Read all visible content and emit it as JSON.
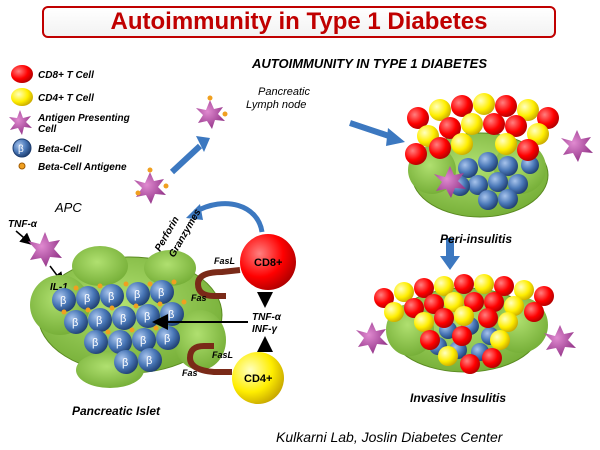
{
  "title": "Autoimmunity in Type 1 Diabetes",
  "subtitle": "AUTOIMMUNITY IN  TYPE 1 DIABETES",
  "legend": {
    "cd8": "CD8+ T Cell",
    "cd4": "CD4+ T Cell",
    "apc_line1": "Antigen Presenting",
    "apc_line2": "Cell",
    "beta": "Beta-Cell",
    "antigen": "Beta-Cell Antigene"
  },
  "labels": {
    "lymph_line1": "Pancreatic",
    "lymph_line2": "Lymph node",
    "apc": "APC",
    "tnf_left": "TNF-α",
    "il1": "IL-1",
    "perforin": "Perforin",
    "granzymes": "Granzymes",
    "cd8_cell": "CD8+",
    "cd4_cell": "CD4+",
    "fasl_top": "FasL",
    "fasl_bottom": "FasL",
    "fas_top": "Fas",
    "fas_bottom": "Fas",
    "tnf_mid": "TNF-α",
    "inf_mid": "INF-γ",
    "pancreatic_islet": "Pancreatic Islet",
    "peri_insulitis": "Peri-insulitis",
    "invasive_insulitis": "Invasive Insulitis",
    "credit": "Kulkarni Lab, Joslin Diabetes Center",
    "beta_symbol": "β"
  },
  "colors": {
    "title_red": "#c00000",
    "cd8_red": "#ff0000",
    "cd4_yellow": "#ffee00",
    "apc_purple": "#b03aa0",
    "beta_blue": "#4a78b8",
    "islet_green": "#8cc63f",
    "arrow_blue": "#3c78c0",
    "receptor_brown": "#7a2a18",
    "antigen_orange": "#f0a020"
  }
}
